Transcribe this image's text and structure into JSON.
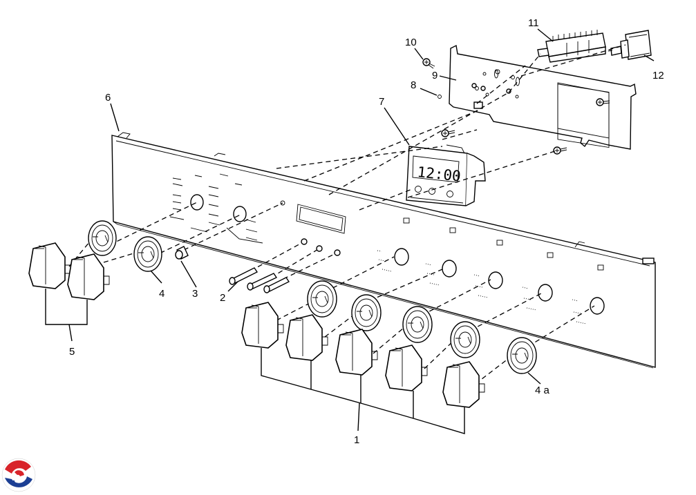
{
  "callouts": {
    "c1": "1",
    "c2": "2",
    "c3": "3",
    "c4": "4",
    "c4a": "4 a",
    "c5": "5",
    "c6": "6",
    "c7": "7",
    "c8": "8",
    "c9": "9",
    "c10": "10",
    "c11": "11",
    "c12": "12"
  },
  "clock_display": "12:00",
  "logo_colors": {
    "red": "#d8232a",
    "blue": "#1c3f94"
  }
}
